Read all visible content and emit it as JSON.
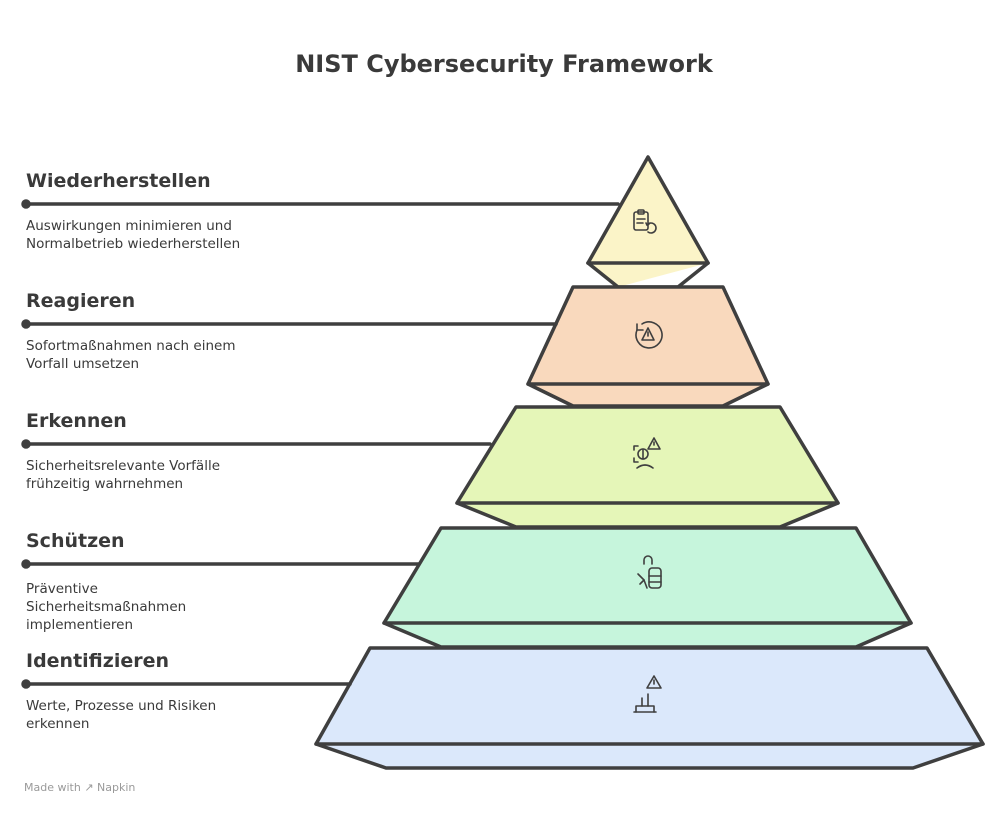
{
  "title": "NIST Cybersecurity Framework",
  "levels": [
    {
      "name": "Wiederherstellen",
      "description_lines": [
        "Auswirkungen minimieren und",
        "Normalbetrieb wiederherstellen"
      ],
      "icon": "clipboard-refresh-icon",
      "color": "#fbf4c8"
    },
    {
      "name": "Reagieren",
      "description_lines": [
        "Sofortmaßnahmen nach einem",
        "Vorfall umsetzen"
      ],
      "icon": "alert-cycle-icon",
      "color": "#f9d9bd"
    },
    {
      "name": "Erkennen",
      "description_lines": [
        "Sicherheitsrelevante Vorfälle",
        "frühzeitig wahrnehmen"
      ],
      "icon": "detect-alert-icon",
      "color": "#e5f6b8"
    },
    {
      "name": "Schützen",
      "description_lines": [
        "Präventive",
        "Sicherheitsmaßnahmen",
        "implementieren"
      ],
      "icon": "lock-shield-icon",
      "color": "#c6f5dc"
    },
    {
      "name": "Identifizieren",
      "description_lines": [
        "Werte, Prozesse und Risiken",
        "erkennen"
      ],
      "icon": "asset-warning-icon",
      "color": "#dbe8fb"
    }
  ],
  "footer": {
    "prefix": "Made with",
    "brand": "Napkin"
  }
}
